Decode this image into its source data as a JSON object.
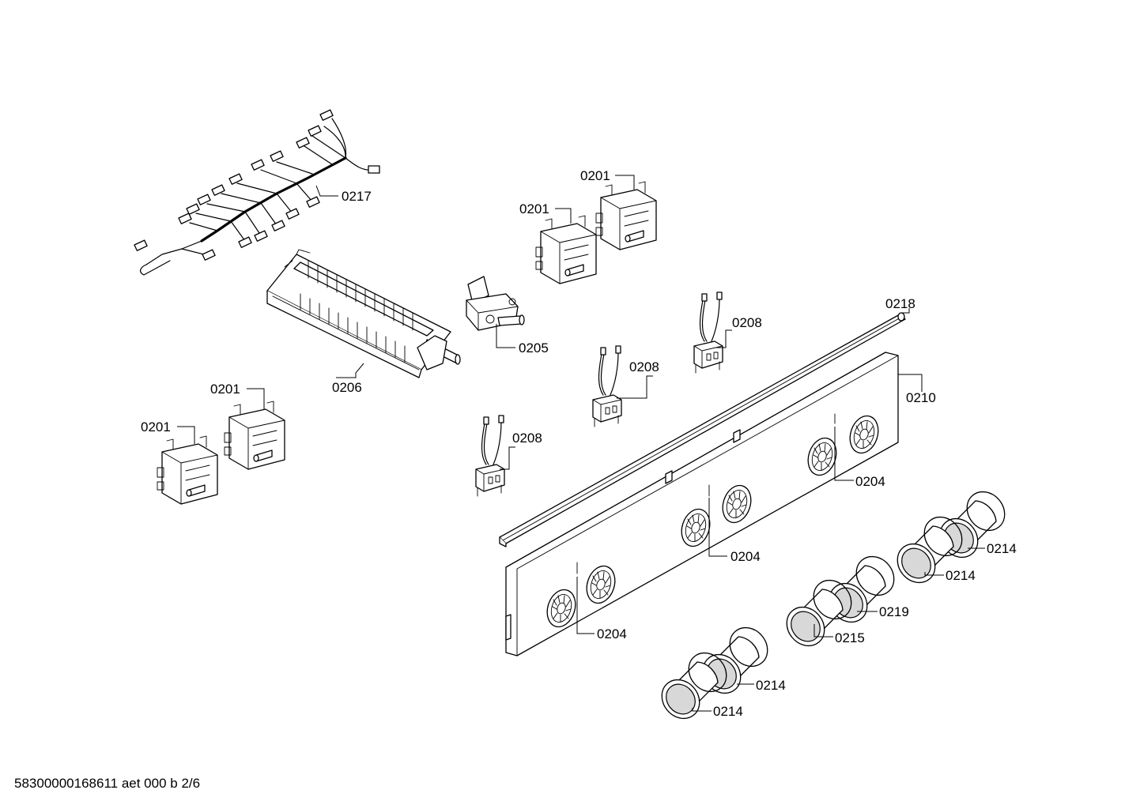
{
  "footer": "58300000168611 aet 000 b 2/6",
  "labels": {
    "harness": "0217",
    "switch_rail": "0206",
    "valve": "0205",
    "regulator_a": "0201",
    "regulator_b": "0201",
    "regulator_c": "0201",
    "regulator_d": "0201",
    "connector_a": "0208",
    "connector_b": "0208",
    "connector_c": "0208",
    "trim_strip": "0218",
    "panel": "0210",
    "lamp_a": "0204",
    "lamp_b": "0204",
    "lamp_c": "0204",
    "knob_a": "0214",
    "knob_b": "0214",
    "knob_c": "0214",
    "knob_d": "0214",
    "knob_e": "0219",
    "knob_f": "0215"
  }
}
